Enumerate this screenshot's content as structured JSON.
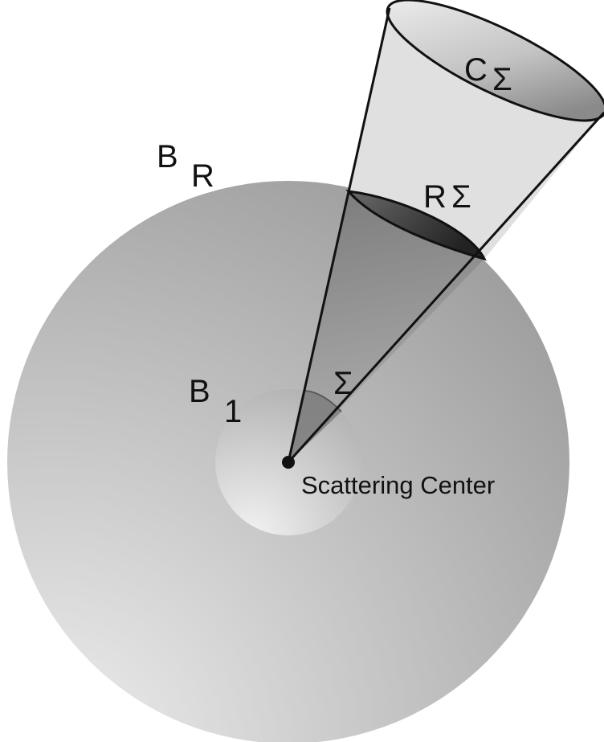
{
  "labels": {
    "outer_ball": {
      "main": "B",
      "subscript": "R"
    },
    "inner_ball": {
      "main": "B",
      "subscript": "1"
    },
    "cone_cap": {
      "main": "C",
      "symbol": "Σ"
    },
    "scaled_patch": {
      "main": "R",
      "symbol": "Σ"
    },
    "unit_patch": {
      "symbol": "Σ"
    },
    "center": "Scattering Center"
  },
  "colors": {
    "outer_ball_light": "#e8e8e8",
    "outer_ball_dark": "#a4a4a4",
    "inner_ball_light": "#f0f0f0",
    "inner_ball_dark": "#b4b4b4",
    "cone_fill": "#e2e2e2",
    "patch_dark": "#3a3a3a",
    "stroke": "#111111"
  }
}
